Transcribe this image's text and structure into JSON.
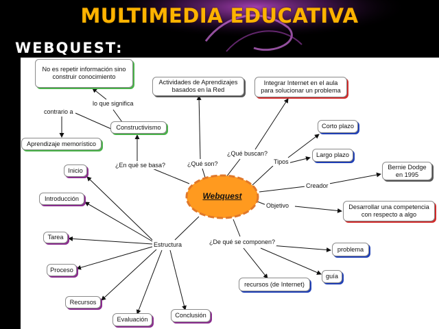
{
  "slide": {
    "title": "MULTIMEDIA EDUCATIVA",
    "section_label": "WEBQUEST:"
  },
  "colors": {
    "title": "#ffb300",
    "center_fill": "#ff9a1f",
    "center_border": "#e0782a",
    "accent_green": "#49b249",
    "accent_red": "#d02a2a",
    "accent_blue": "#1f3fb6",
    "accent_purple": "#8a2c8e"
  },
  "map": {
    "center": "Webquest",
    "nodes": {
      "no_es_repetir": [
        "No es repetir información sino",
        "construir conocimiento"
      ],
      "actividades": [
        "Actividades de Aprendizajes",
        "basados en la Red"
      ],
      "integrar": [
        "Integrar Internet en el aula",
        "para solucionar un problema"
      ],
      "constructivismo": "Constructivismo",
      "aprendizaje": "Aprendizaje memorístico",
      "corto_plazo": "Corto plazo",
      "largo_plazo": "Largo plazo",
      "bernie": [
        "Bernie Dodge",
        "en 1995"
      ],
      "desarrollar": [
        "Desarrollar una competencia",
        "con respecto a algo"
      ],
      "inicio": "Inicio",
      "introduccion": "Introducción",
      "tarea": "Tarea",
      "proceso": "Proceso",
      "recursos": "Recursos",
      "evaluacion": "Evaluación",
      "conclusion": "Conclusión",
      "recursos_internet": "recursos (de Internet)",
      "guia": "guía",
      "problema": "problema"
    },
    "links": {
      "lo_que_significa": "lo que significa",
      "contrario_a": "contrario a",
      "en_que_se_basa": "¿En qué se basa?",
      "que_son": "¿Qué son?",
      "que_buscan": "¿Qué buscan?",
      "tipos": "Tipos",
      "creador": "Creador",
      "objetivo": "Objetivo",
      "de_que_se_componen": "¿De qué se componen?",
      "estructura": "Estructura"
    }
  }
}
